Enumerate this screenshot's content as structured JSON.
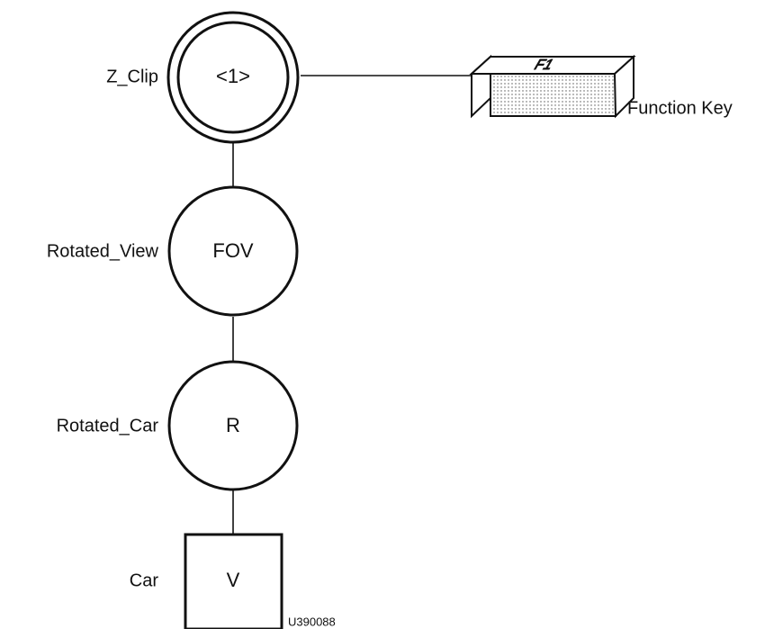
{
  "nodes": {
    "z_clip": {
      "label": "Z_Clip",
      "symbol": "<1>"
    },
    "rotated_view": {
      "label": "Rotated_View",
      "symbol": "FOV"
    },
    "rotated_car": {
      "label": "Rotated_Car",
      "symbol": "R"
    },
    "car": {
      "label": "Car",
      "symbol": "V"
    }
  },
  "function_key": {
    "label": "Function Key",
    "key_text": "F1"
  },
  "figure_id": "U390088"
}
